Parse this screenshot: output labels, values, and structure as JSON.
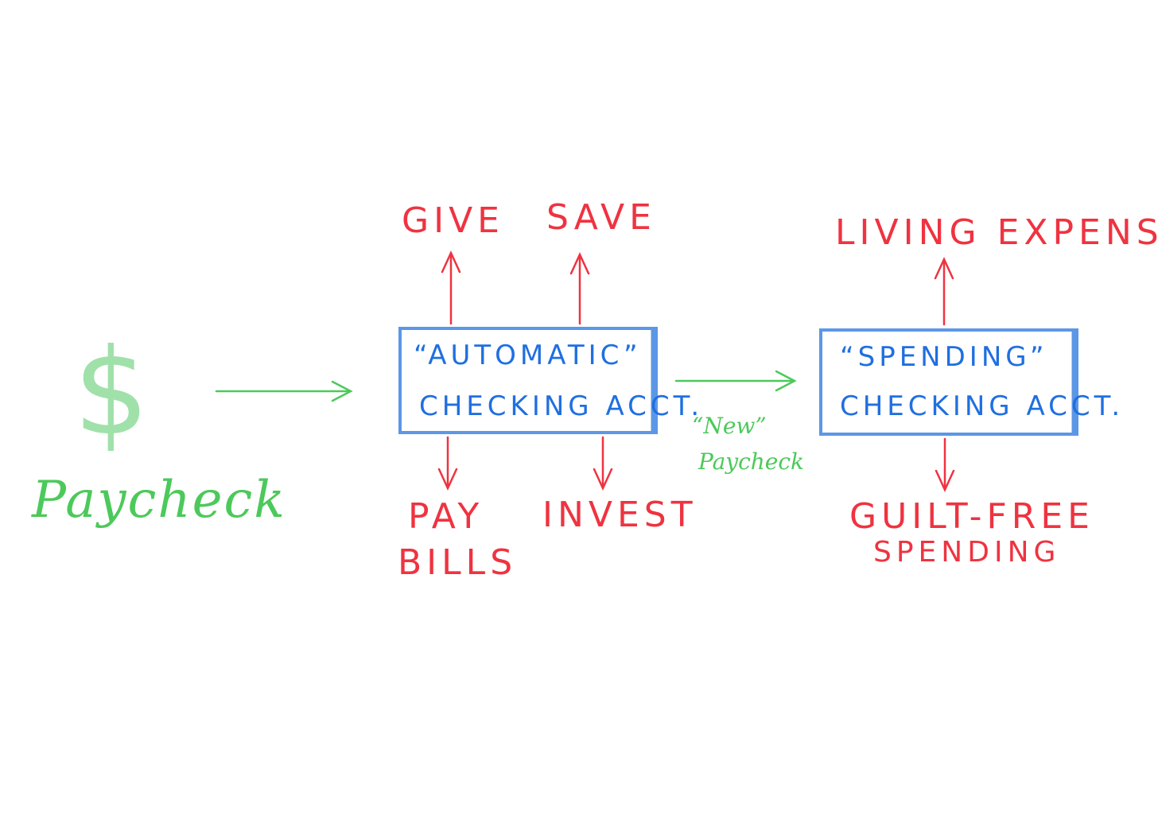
{
  "colors": {
    "red": "#ef3340",
    "blue": "#1f6fe0",
    "box_stroke": "#5b97e6",
    "green": "#4cc95a",
    "dollar_green": "#8fdc9b"
  },
  "paycheck": {
    "icon": "dollar-sign-icon",
    "symbol": "$",
    "label": "Paycheck"
  },
  "automatic_account": {
    "line1": "“AUTOMATIC”",
    "line2": "CHECKING ACCT."
  },
  "spending_account": {
    "line1": "“SPENDING”",
    "line2": "CHECKING ACCT."
  },
  "new_paycheck": {
    "line1": "“New”",
    "line2": "Paycheck"
  },
  "outflows": {
    "give": "GIVE",
    "save": "SAVE",
    "pay_bills_1": "PAY",
    "pay_bills_2": "BILLS",
    "invest": "INVEST",
    "living_expenses": "LIVING EXPENSES",
    "guilt_free_1": "GUILT-FREE",
    "guilt_free_2": "SPENDING"
  }
}
